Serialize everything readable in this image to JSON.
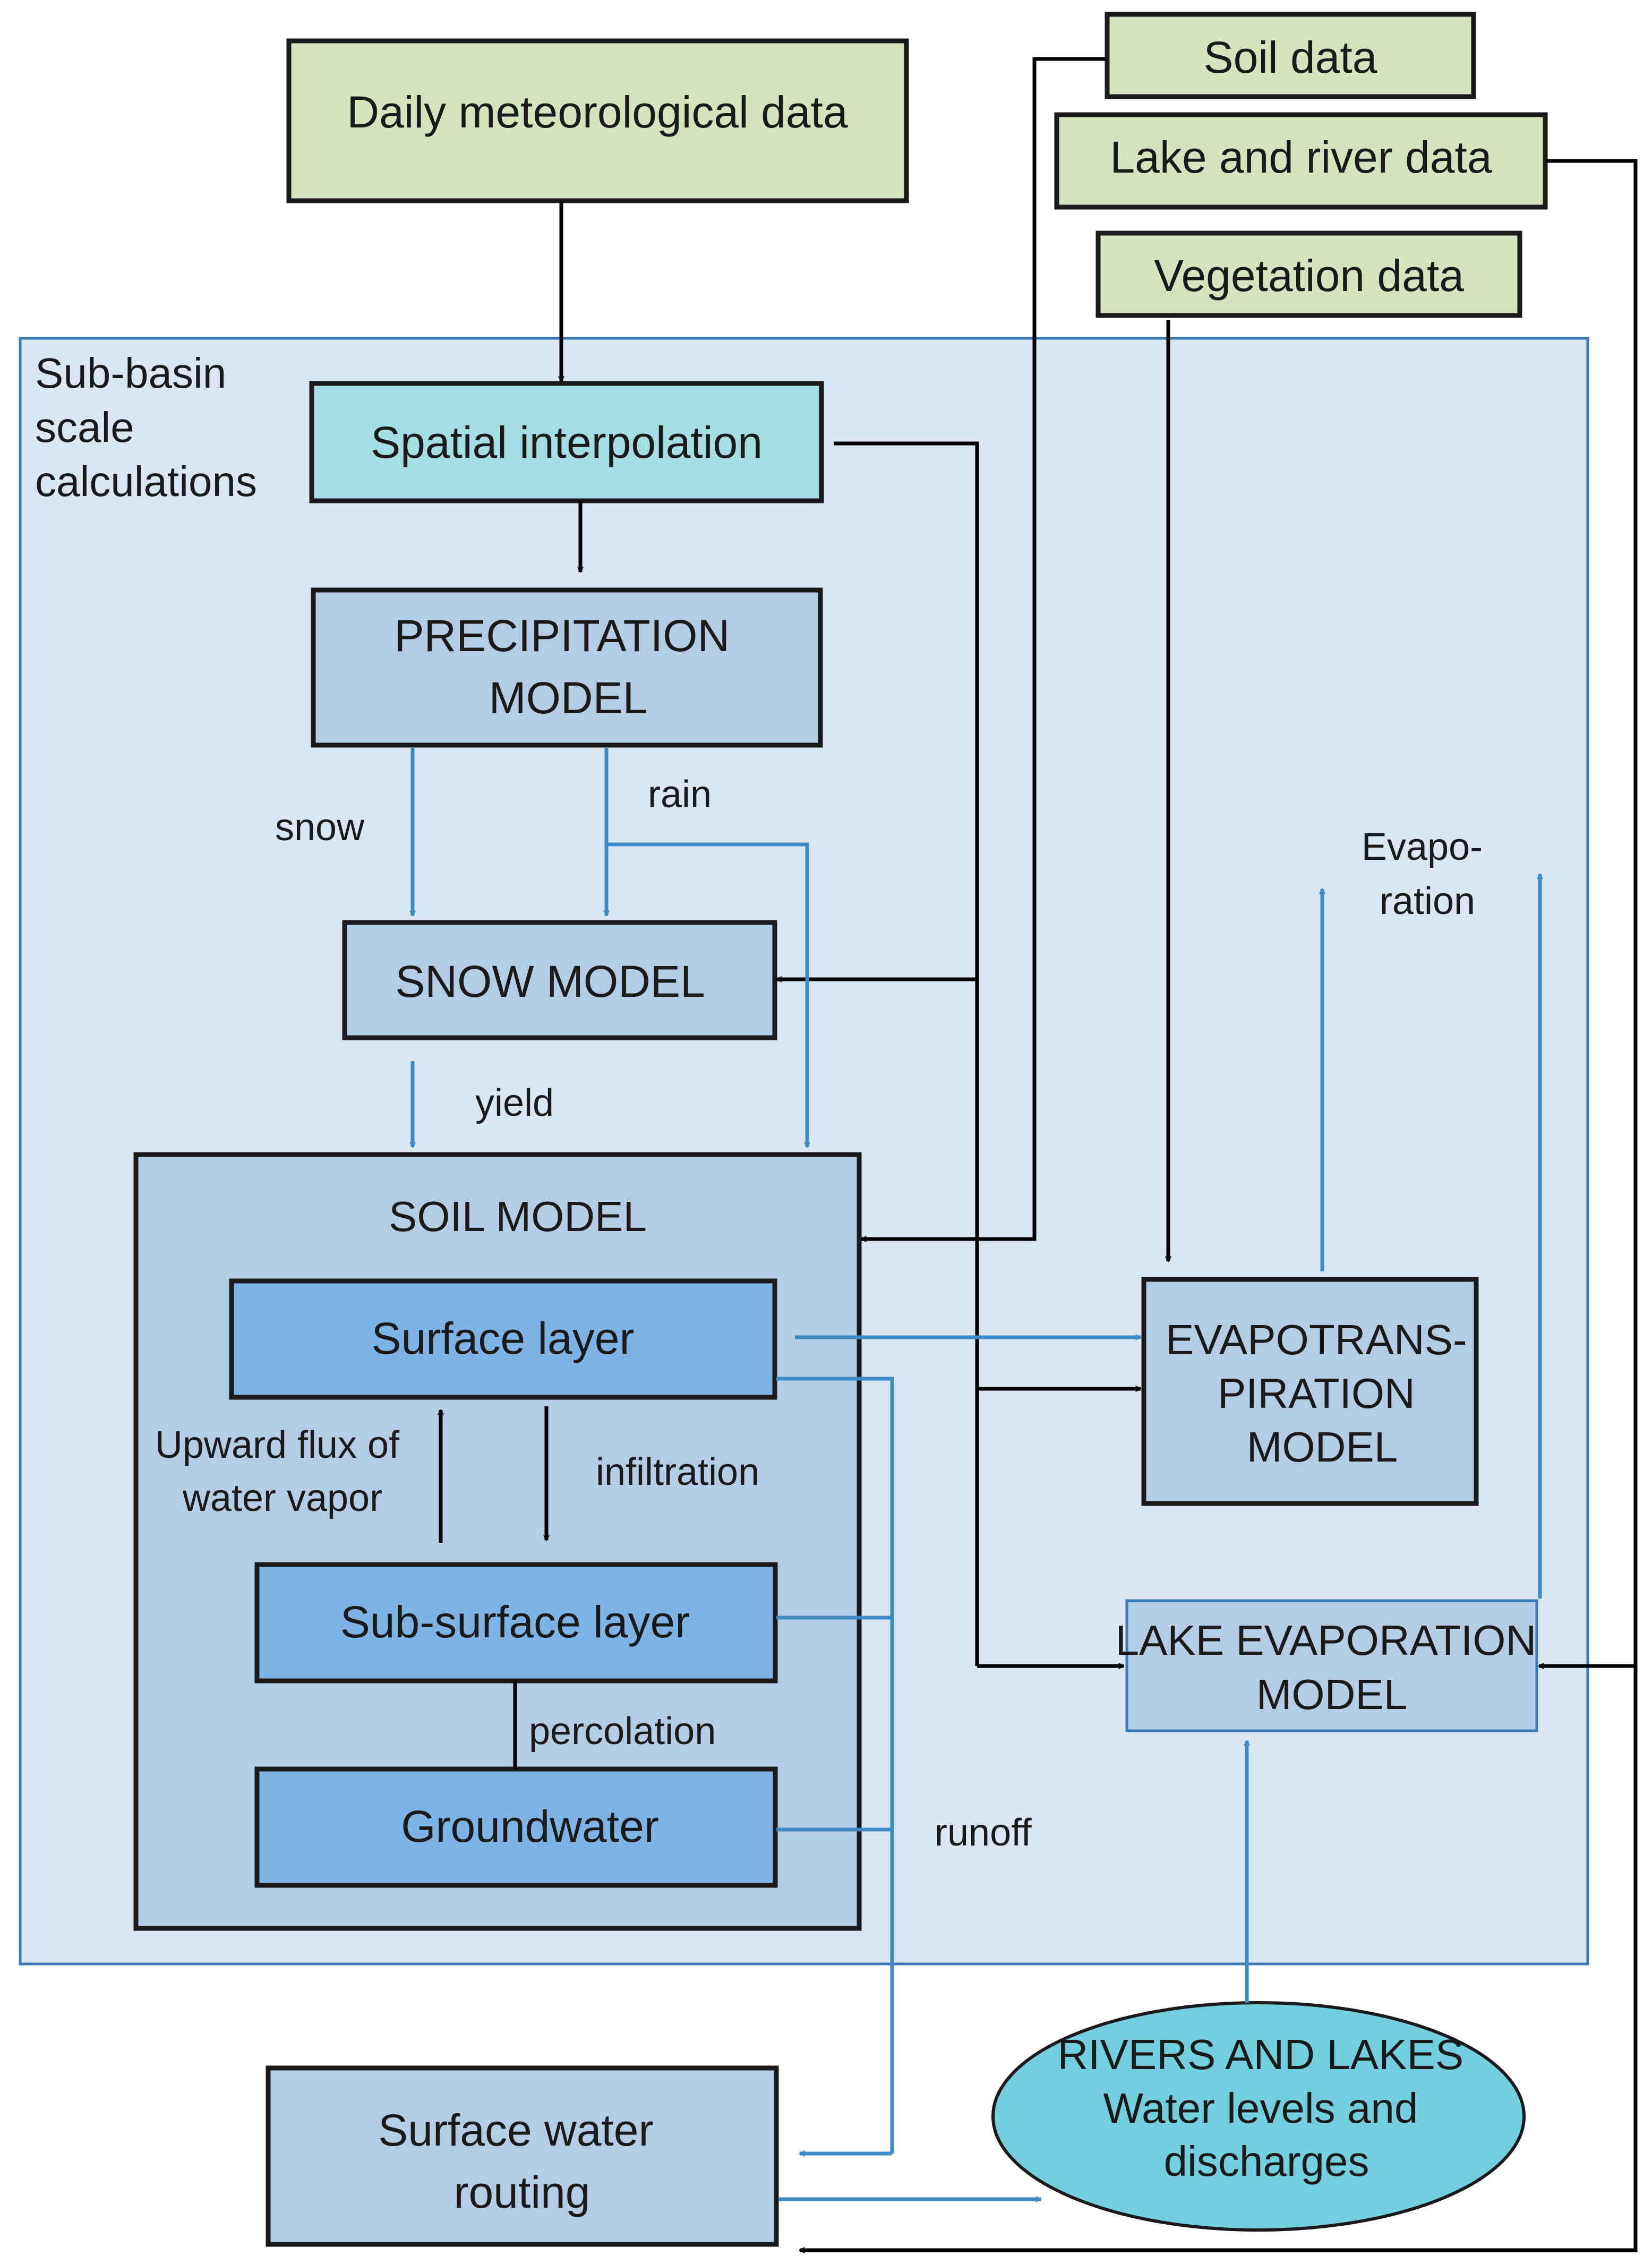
{
  "nodes": {
    "daily_meteo": "Daily meteorological data",
    "soil_data": "Soil data",
    "lake_river_data": "Lake and river data",
    "vegetation_data": "Vegetation data",
    "spatial_interpolation": "Spatial interpolation",
    "precip_model": [
      "PRECIPITATION",
      "MODEL"
    ],
    "snow_model": "SNOW MODEL",
    "soil_model": "SOIL MODEL",
    "surface_layer": "Surface layer",
    "subsurface_layer": "Sub-surface layer",
    "groundwater": "Groundwater",
    "evapotranspiration_model": [
      "EVAPOTRANS-",
      "PIRATION",
      "MODEL"
    ],
    "lake_evaporation_model": [
      "LAKE EVAPORATION",
      "MODEL"
    ],
    "surface_water_routing": [
      "Surface water",
      "routing"
    ],
    "rivers_lakes": [
      "RIVERS AND LAKES",
      "Water levels and",
      "discharges"
    ]
  },
  "region_label": [
    "Sub-basin",
    "scale",
    "calculations"
  ],
  "edge_labels": {
    "snow": "snow",
    "rain": "rain",
    "yield": "yield",
    "evaporation": [
      "Evapo-",
      "ration"
    ],
    "upward_flux": [
      "Upward flux of",
      "water vapor"
    ],
    "infiltration": "infiltration",
    "percolation": "percolation",
    "runoff": "runoff"
  },
  "colors": {
    "data_input": "#d6e4bd",
    "interpolation": "#a5dde4",
    "region": "#dae6f1",
    "model": "#b4cde6",
    "layer": "#7eb3e5",
    "ellipse": "#73cedd",
    "black_arrow": "#000000",
    "blue_arrow": "#3e8ac6"
  }
}
